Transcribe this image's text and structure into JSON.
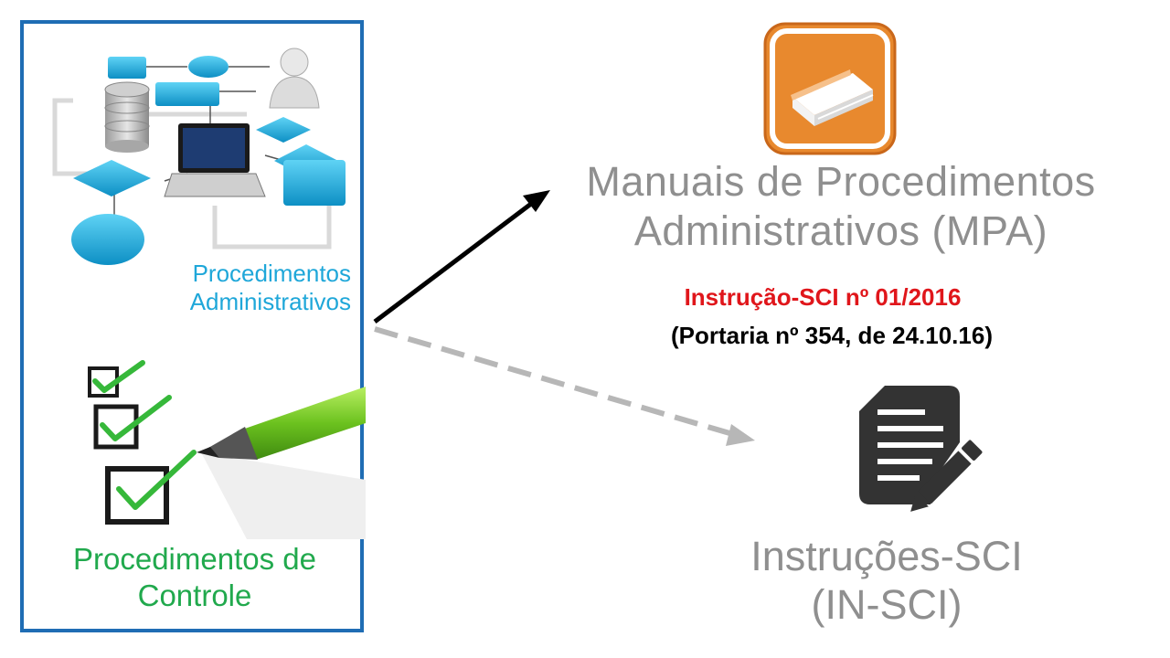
{
  "left_panel": {
    "admin_label": [
      "Procedimentos",
      "Administrativos"
    ],
    "control_label": [
      "Procedimentos de",
      "Controle"
    ]
  },
  "mpa": {
    "title": [
      "Manuais de Procedimentos",
      "Administrativos (MPA)"
    ],
    "instruction_number": "Instrução-SCI nº 01/2016",
    "portaria": "(Portaria nº 354, de 24.10.16)"
  },
  "insci": {
    "title": [
      "Instruções-SCI",
      "(IN-SCI)"
    ]
  },
  "icons": {
    "flowchart": "process-flowchart-icon",
    "checklist": "checklist-pen-icon",
    "manual": "book-icon",
    "instruction": "document-edit-icon"
  },
  "colors": {
    "frame": "#1f6db4",
    "admin_text": "#1fa7d9",
    "control_text": "#21a94d",
    "title_gray": "#8f8f8f",
    "red": "#e0161b",
    "book_orange": "#e8892e",
    "doc_dark": "#333333"
  }
}
